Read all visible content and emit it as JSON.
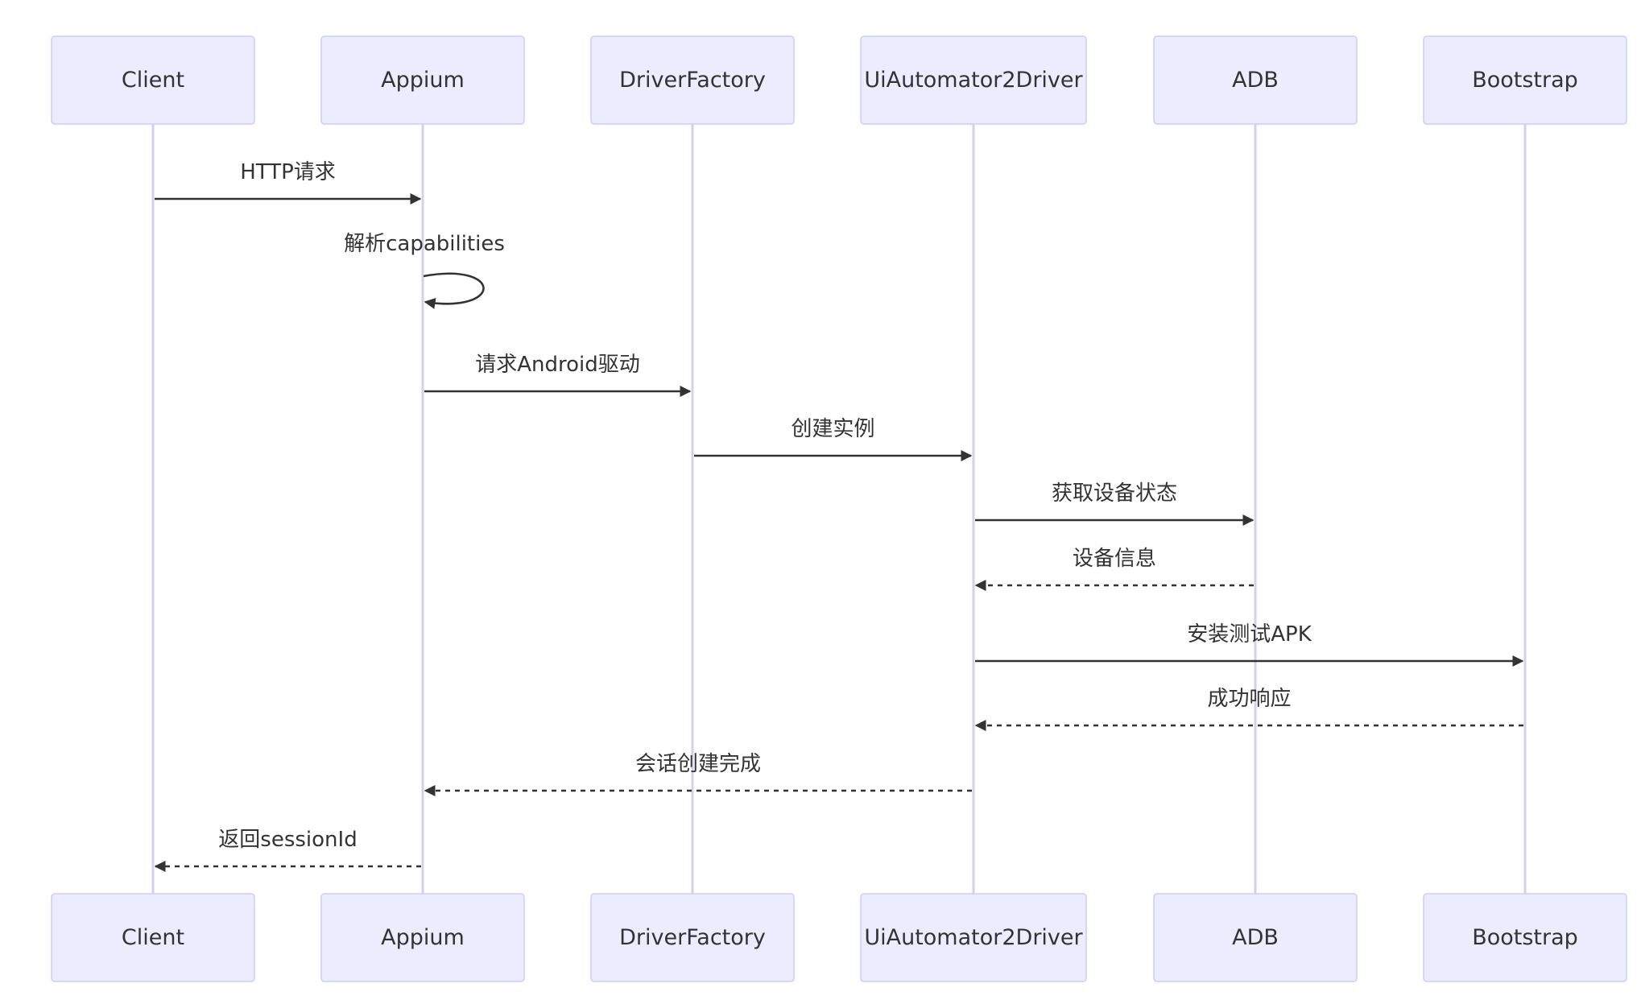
{
  "diagram": {
    "type": "sequence",
    "participants": [
      {
        "id": "client",
        "label": "Client"
      },
      {
        "id": "appium",
        "label": "Appium"
      },
      {
        "id": "driverfactory",
        "label": "DriverFactory"
      },
      {
        "id": "uia2",
        "label": "UiAutomator2Driver"
      },
      {
        "id": "adb",
        "label": "ADB"
      },
      {
        "id": "bootstrap",
        "label": "Bootstrap"
      }
    ],
    "messages": [
      {
        "from": "client",
        "to": "appium",
        "label": "HTTP请求",
        "style": "solid"
      },
      {
        "from": "appium",
        "to": "appium",
        "label": "解析capabilities",
        "style": "solid"
      },
      {
        "from": "appium",
        "to": "driverfactory",
        "label": "请求Android驱动",
        "style": "solid"
      },
      {
        "from": "driverfactory",
        "to": "uia2",
        "label": "创建实例",
        "style": "solid"
      },
      {
        "from": "uia2",
        "to": "adb",
        "label": "获取设备状态",
        "style": "solid"
      },
      {
        "from": "adb",
        "to": "uia2",
        "label": "设备信息",
        "style": "dashed"
      },
      {
        "from": "uia2",
        "to": "bootstrap",
        "label": "安装测试APK",
        "style": "solid"
      },
      {
        "from": "bootstrap",
        "to": "uia2",
        "label": "成功响应",
        "style": "dashed"
      },
      {
        "from": "uia2",
        "to": "appium",
        "label": "会话创建完成",
        "style": "dashed"
      },
      {
        "from": "appium",
        "to": "client",
        "label": "返回sessionId",
        "style": "dashed"
      }
    ]
  }
}
